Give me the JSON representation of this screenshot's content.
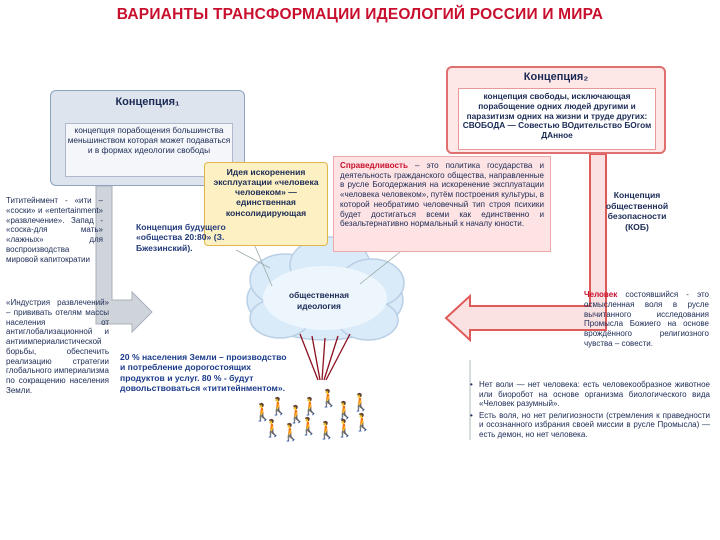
{
  "title": "ВАРИАНТЫ ТРАНСФОРМАЦИИ ИДЕОЛОГИЙ РОССИИ И МИРА",
  "concept1": {
    "heading": "Концепция₁",
    "text": "концепция порабощения большинства меньшинством которая может подаваться и в формах идеологии свободы"
  },
  "concept2": {
    "heading": "Концепция₂",
    "text": "концепция свободы, исключающая порабощение одних людей другими и паразитизм одних на жизни и труде других: СВОБОДА — Совестью ВОдительство БОгом ДАнное"
  },
  "idea": "Идея искоренения эксплуатации «человека человеком» — единственная консолидирующая",
  "justice": {
    "lead": "Справедливость",
    "text": " – это политика государства и деятельность гражданского общества, направленные в русле Богодержания на искоренение эксплуатации «человека человеком», путём построения культуры, в которой необратимо человечный тип строя психики будет достигаться всеми как единственно и безальтернативно нормальный к началу юности."
  },
  "kob": "Концепция общественной безопасности (КОБ)",
  "left_top": "Тититейнмент - «ити – «соски» и «entertainment» «развлечение». Запад - «соска-для мать» «лажных» для воспроизводства мировой капитократии",
  "left_bottom": "«Индустрия развлечений» – прививать отелям массы населения от антиглобализационной и антиимпериалистической борьбы, обеспечить реализацию стратегии глобального империализма по сокращению населения Земли.",
  "future": "Концепция будущего «общества 20:80» (З. Бжезинский).",
  "percent": "20 % населения Земли – производство и потребление дорогостоящих продуктов и услуг. 80 % - будут довольствоваться «тититейнментом».",
  "cloud": "общественная идеология",
  "person": {
    "lead": "Человек",
    "text": " состоявшийся - это осмысленная воля в русле вычитанного исследования Промысла Божиего на основе врождённого религиозного чувства – совести."
  },
  "bullets": [
    "Нет воли — нет человека: есть человекообразное животное или биоробот на основе организма биологического вида «Человек разумный».",
    "Есть воля, но нет религиозности (стремления к праведности и осознанного избрания своей миссии в русле Промысла) — есть демон, но нет человека."
  ],
  "colors": {
    "title": "#c8102e",
    "concept1_bg": "#dde4ee",
    "concept2_bg": "#fde7e7",
    "idea_bg": "#fdf0c2",
    "arrow_red": "#e05a5a",
    "arrow_gray": "#c8ccd4",
    "cloud": "#d6e8f7"
  }
}
